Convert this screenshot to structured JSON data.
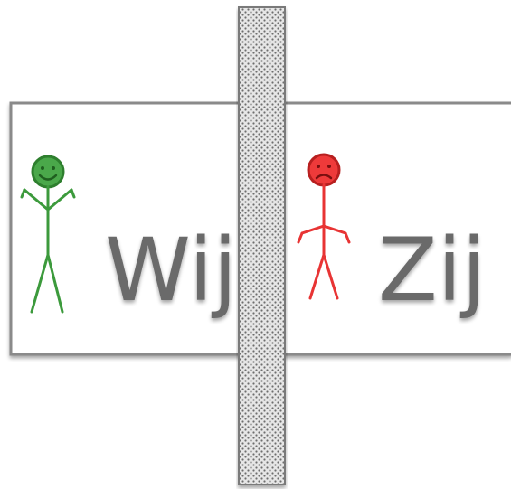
{
  "left_group": {
    "label": "Wij",
    "figure": "happy-stick-figure",
    "color": "#3c9a3c"
  },
  "right_group": {
    "label": "Zij",
    "figure": "sad-stick-figure",
    "color": "#e83434"
  },
  "separator": {
    "kind": "wall",
    "pattern": "dotted-grey"
  },
  "colors": {
    "frame": "#8a8a8a",
    "text": "#6a6a6a",
    "wall": "#8c8c8c"
  }
}
